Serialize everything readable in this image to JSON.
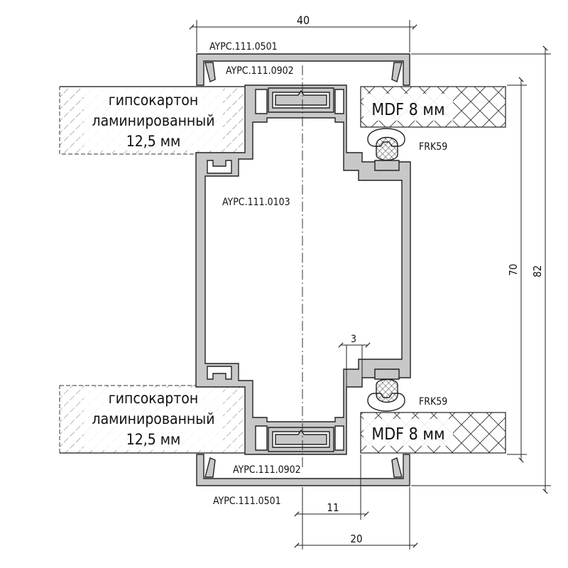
{
  "profiles": {
    "outer_cap_top": "AYPC.111.0501",
    "outer_cap_bottom": "AYPC.111.0501",
    "inner_cap_top": "AYPC.111.0902",
    "inner_cap_bottom": "AYPC.111.0902",
    "main_profile": "AYPC.111.0103"
  },
  "panels": {
    "drywall_top": {
      "line1": "гипсокартон",
      "line2": "ламинированный",
      "line3": "12,5 мм"
    },
    "drywall_bottom": {
      "line1": "гипсокартон",
      "line2": "ламинированный",
      "line3": "12,5 мм"
    },
    "mdf_top": "MDF 8 мм",
    "mdf_bottom": "MDF 8 мм"
  },
  "seals": {
    "top": "FRK59",
    "bottom": "FRK59"
  },
  "dimensions": {
    "width": "40",
    "inner_height": "70",
    "total_height": "82",
    "gap": "3",
    "offset": "11",
    "half": "20"
  },
  "colors": {
    "profile": "#c8c8c8",
    "line": "#222222",
    "background": "#ffffff"
  }
}
